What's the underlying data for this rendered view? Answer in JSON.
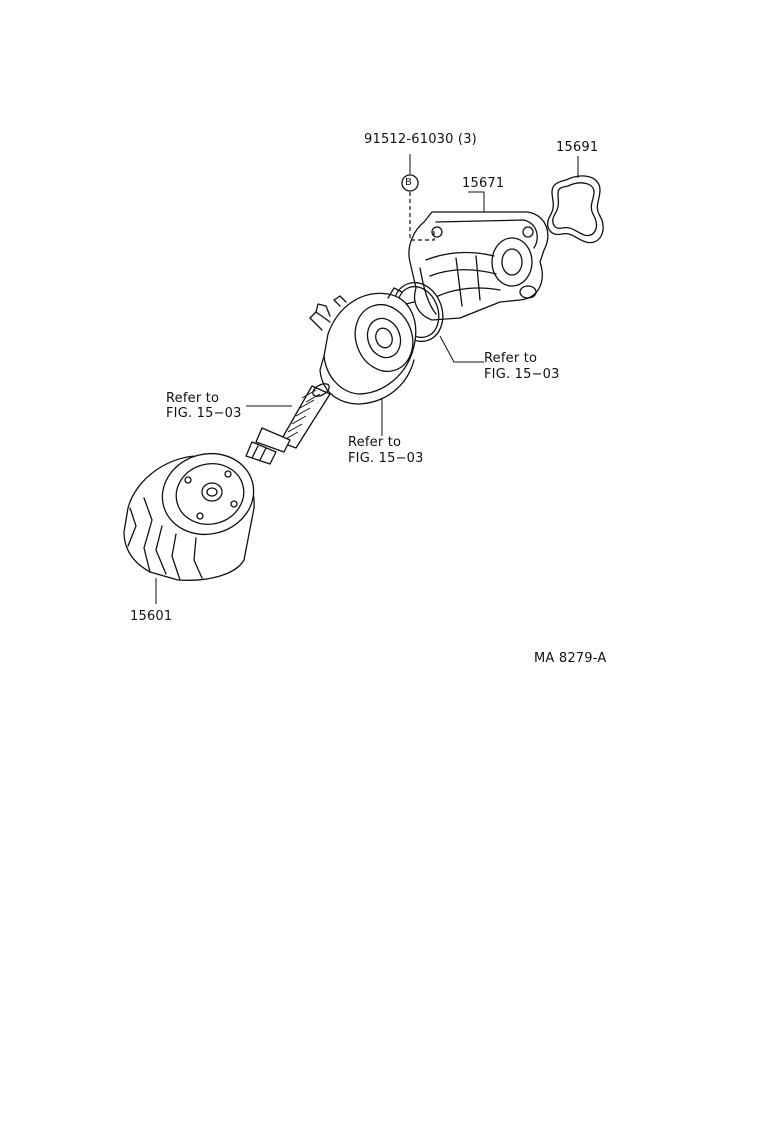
{
  "parts": {
    "bolt_number": "91512-61030 (3)",
    "bolt_symbol": "B",
    "bracket_number": "15671",
    "gasket_number": "15691",
    "filter_number": "15601"
  },
  "references": {
    "ref_right": {
      "line1": "Refer to",
      "line2": "FIG. 15−03"
    },
    "ref_left": {
      "line1": "Refer to",
      "line2": "FIG. 15−03"
    },
    "ref_center": {
      "line1": "Refer to",
      "line2": "FIG. 15−03"
    }
  },
  "figure_code": "MA 8279-A"
}
